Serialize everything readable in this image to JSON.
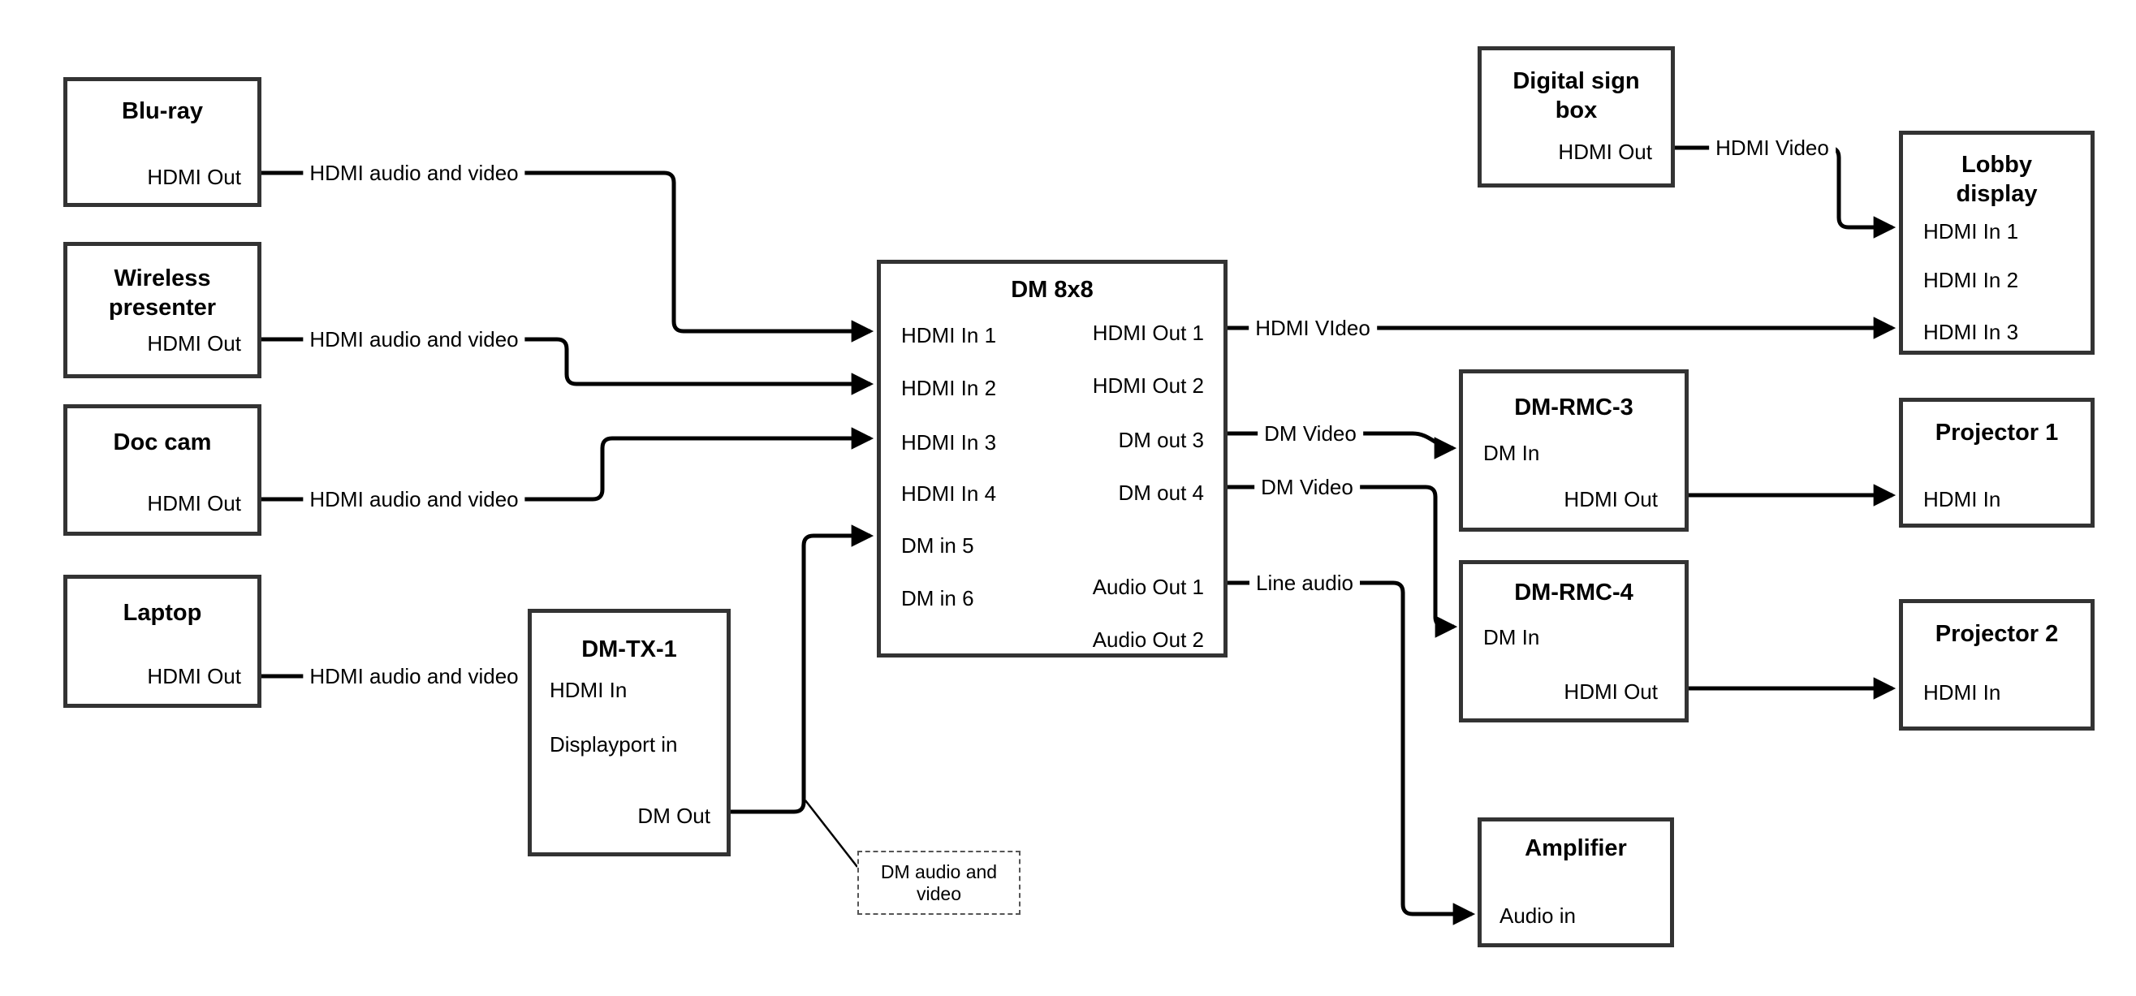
{
  "canvas": {
    "background": "#ffffff",
    "wire_color": "#000000",
    "box_border_color": "#333333"
  },
  "nodes": {
    "bluray": {
      "title": "Blu-ray",
      "ports": {
        "out": "HDMI Out"
      }
    },
    "wireless_presenter": {
      "title": "Wireless presenter",
      "ports": {
        "out": "HDMI Out"
      }
    },
    "doc_cam": {
      "title": "Doc cam",
      "ports": {
        "out": "HDMI Out"
      }
    },
    "laptop": {
      "title": "Laptop",
      "ports": {
        "out": "HDMI Out"
      }
    },
    "dm_tx_1": {
      "title": "DM-TX-1",
      "ports": {
        "hdmi_in": "HDMI In",
        "dp_in": "Displayport in",
        "dm_out": "DM Out"
      }
    },
    "dm_8x8": {
      "title": "DM 8x8",
      "ports": {
        "in1": "HDMI In 1",
        "in2": "HDMI In 2",
        "in3": "HDMI In 3",
        "in4": "HDMI In 4",
        "in5": "DM in 5",
        "in6": "DM in 6",
        "out1": "HDMI Out 1",
        "out2": "HDMI Out 2",
        "out3": "DM out 3",
        "out4": "DM out 4",
        "aout1": "Audio Out 1",
        "aout2": "Audio Out 2"
      }
    },
    "digital_sign_box": {
      "title": "Digital sign box",
      "ports": {
        "out": "HDMI Out"
      }
    },
    "lobby_display": {
      "title": "Lobby display",
      "ports": {
        "in1": "HDMI In 1",
        "in2": "HDMI In 2",
        "in3": "HDMI In 3"
      }
    },
    "dm_rmc_3": {
      "title": "DM-RMC-3",
      "ports": {
        "dm_in": "DM In",
        "hdmi_out": "HDMI Out"
      }
    },
    "projector_1": {
      "title": "Projector 1",
      "ports": {
        "in": "HDMI In"
      }
    },
    "dm_rmc_4": {
      "title": "DM-RMC-4",
      "ports": {
        "dm_in": "DM In",
        "hdmi_out": "HDMI Out"
      }
    },
    "projector_2": {
      "title": "Projector 2",
      "ports": {
        "in": "HDMI In"
      }
    },
    "amplifier": {
      "title": "Amplifier",
      "ports": {
        "audio_in": "Audio in"
      }
    }
  },
  "wire_labels": {
    "hdmi_av_bluray": "HDMI audio and video",
    "hdmi_av_wireless": "HDMI audio and video",
    "hdmi_av_doccam": "HDMI audio and video",
    "hdmi_av_laptop": "HDMI audio and video",
    "hdmi_video_sign": "HDMI Video",
    "hdmi_video_out1": "HDMI VIdeo",
    "dm_video_out3": "DM Video",
    "dm_video_out4": "DM Video",
    "line_audio": "Line audio"
  },
  "note": {
    "text": "DM audio and video"
  }
}
